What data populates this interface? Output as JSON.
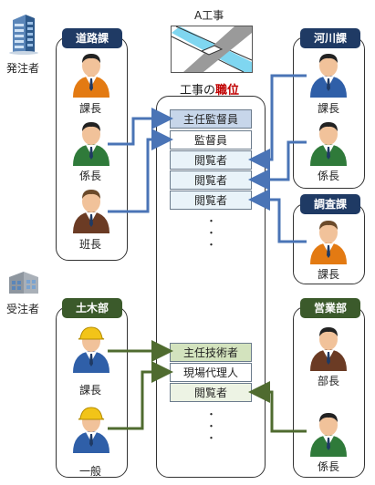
{
  "top_project_label": "A工事",
  "column_title": {
    "prefix": "工事の",
    "emph": "職位"
  },
  "left_side_labels": {
    "orderer": "発注者",
    "contractor": "受注者"
  },
  "left_top": {
    "dept": "道路課",
    "people": [
      "課長",
      "係長",
      "班長"
    ]
  },
  "left_bottom": {
    "dept": "土木部",
    "people": [
      "課長",
      "一般"
    ]
  },
  "right_top1": {
    "dept": "河川課",
    "people": [
      "課長",
      "係長"
    ]
  },
  "right_top2": {
    "dept": "調査課",
    "people": [
      "課長"
    ]
  },
  "right_bottom": {
    "dept": "営業部",
    "people": [
      "部長",
      "係長"
    ]
  },
  "roles_top": [
    "主任監督員",
    "監督員",
    "閲覧者",
    "閲覧者",
    "閲覧者"
  ],
  "roles_bottom": [
    "主任技術者",
    "現場代理人",
    "閲覧者"
  ],
  "dots": "・",
  "colors": {
    "blue_arrow": "#4a74b6",
    "green_arrow": "#4f6b2f",
    "emph_red": "#c00000"
  }
}
